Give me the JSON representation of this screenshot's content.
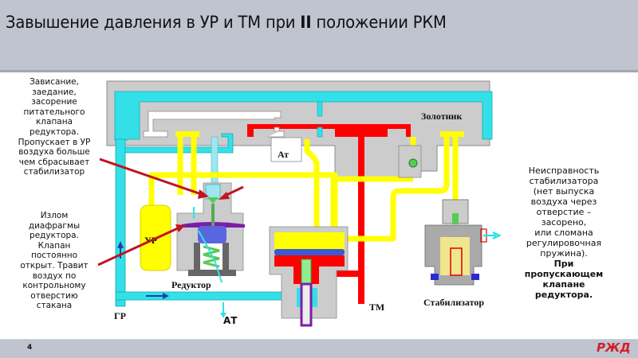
{
  "header": {
    "title_before": "Завышение давления в УР и ТМ при ",
    "title_roman": "II",
    "title_after": " положении РКМ"
  },
  "notes": {
    "left_top": "Зависание,\nзаедание,\nзасорение\nпитательного\nклапана\nредуктора.\nПропускает в УР\nвоздуха больше\nчем сбрасывает\nстабилизатор",
    "left_bottom": "Излом\nдиафрагмы\nредуктора.\nКлапан\nпостоянно\nоткрыт. Травит\nвоздух по\nконтрольному\nотверстию\nстакана",
    "right_regular": "Неисправность\nстабилизатора\n(нет выпуска\nвоздуха через\nотверстие –\nзасорено,\nили сломана\nрегулировочная\nпружина).",
    "right_bold": "При\nпропускающем\nклапане\nредуктора."
  },
  "diagram": {
    "labels": {
      "zolotnik": "Золотник",
      "at_top": "Ат",
      "ur": "УР",
      "reduktor": "Редуктор",
      "gr": "ГР",
      "at_bottom": "АТ",
      "tm": "ТМ",
      "stabilizator": "Стабилизатор"
    },
    "colors": {
      "body_gray": "#cccccc",
      "outline": "#8a8a8a",
      "cyan": "#33e0e8",
      "light_cyan": "#9fe6f0",
      "yellow": "#ffff00",
      "red": "#ff0000",
      "arrow_red": "#c0141e",
      "blue": "#1f3fa8",
      "purple": "#7a1fa8",
      "green": "#55cc55"
    }
  },
  "footer": {
    "page_number": "4",
    "logo_text": "РЖД"
  }
}
